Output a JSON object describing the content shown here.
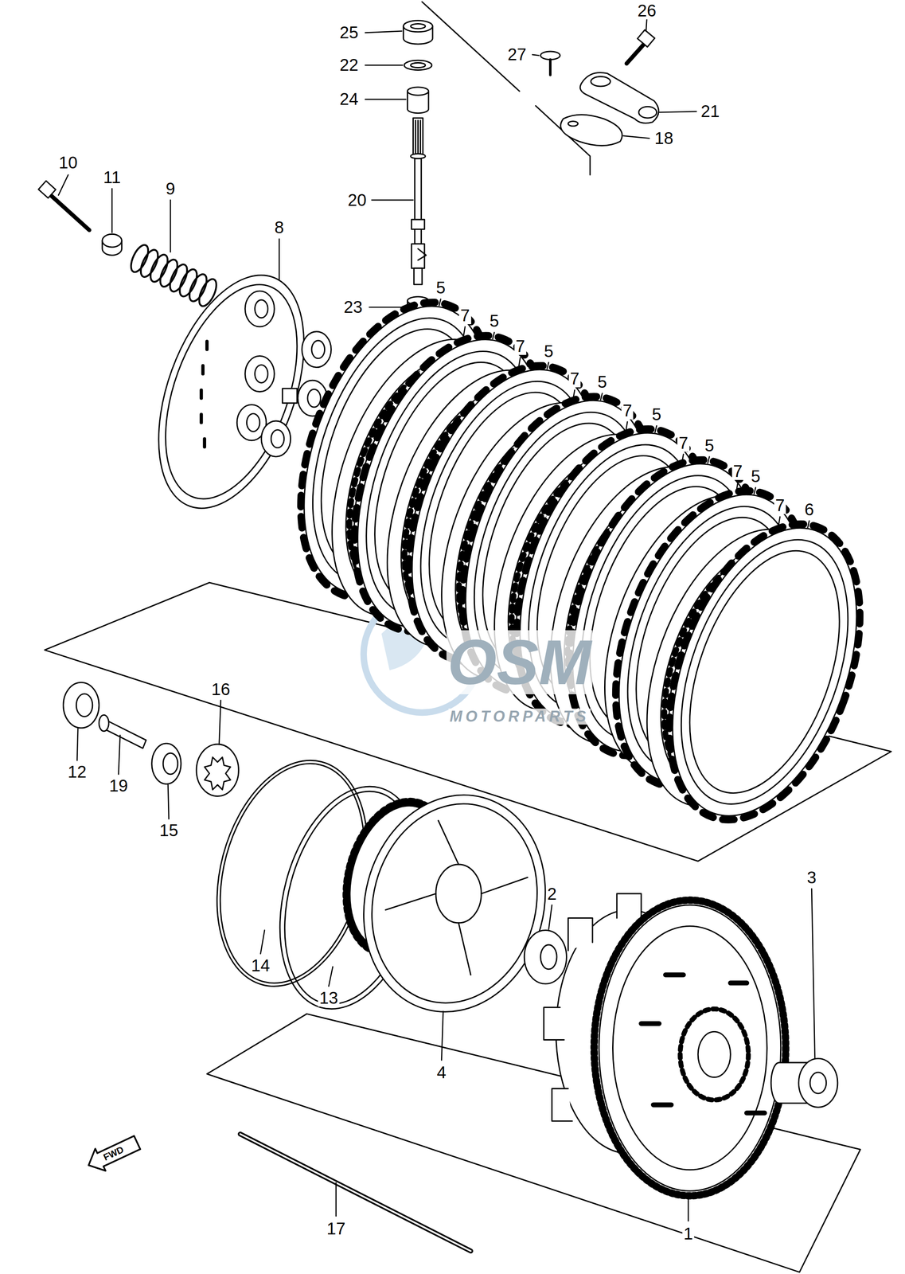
{
  "diagram": {
    "labels": [
      "26",
      "25",
      "27",
      "22",
      "21",
      "24",
      "18",
      "10",
      "11",
      "9",
      "20",
      "8",
      "5",
      "23",
      "7",
      "5",
      "7",
      "5",
      "7",
      "5",
      "7",
      "5",
      "7",
      "5",
      "7",
      "5",
      "7",
      "6",
      "OSM",
      "MOTORPARTS",
      "16",
      "12",
      "19",
      "15",
      "3",
      "2",
      "14",
      "13",
      "4",
      "FWD",
      "17",
      "1"
    ]
  }
}
